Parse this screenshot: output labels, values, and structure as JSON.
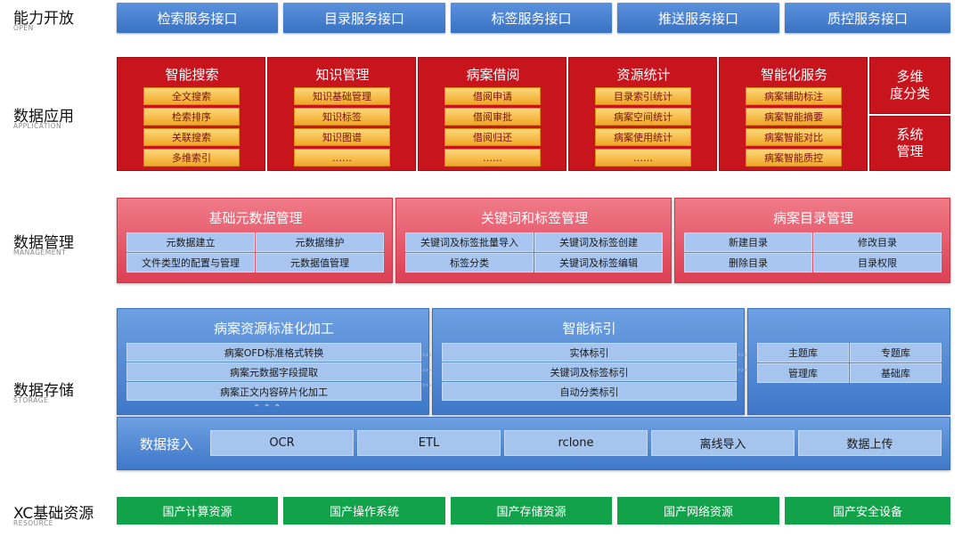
{
  "layers": {
    "open": {
      "title": "能力开放",
      "sub": "OPEN"
    },
    "application": {
      "title": "数据应用",
      "sub": "APPLICATION"
    },
    "management": {
      "title": "数据管理",
      "sub": "MANAGEMENT"
    },
    "storage": {
      "title": "数据存储",
      "sub": "STORAGE"
    },
    "resource": {
      "title": "XC基础资源",
      "sub": "RESOURCE"
    }
  },
  "open_services": [
    "检索服务接口",
    "目录服务接口",
    "标签服务接口",
    "推送服务接口",
    "质控服务接口"
  ],
  "application": {
    "panels": [
      {
        "title": "智能搜索",
        "items": [
          "全文搜索",
          "检索排序",
          "关联搜索",
          "多维索引"
        ]
      },
      {
        "title": "知识管理",
        "items": [
          "知识基础管理",
          "知识标签",
          "知识图谱",
          "……"
        ]
      },
      {
        "title": "病案借阅",
        "items": [
          "借阅申请",
          "借阅审批",
          "借阅归还",
          "……"
        ]
      },
      {
        "title": "资源统计",
        "items": [
          "目录索引统计",
          "病案空间统计",
          "病案使用统计",
          "……"
        ]
      },
      {
        "title": "智能化服务",
        "items": [
          "病案辅助标注",
          "病案智能摘要",
          "病案智能对比",
          "病案智能质控"
        ]
      }
    ],
    "side": [
      "多维\n度分类",
      "系统\n管理"
    ]
  },
  "management": {
    "panels": [
      {
        "title": "基础元数据管理",
        "cells": [
          "元数据建立",
          "元数据维护",
          "文件类型的配置与管理",
          "元数据值管理"
        ]
      },
      {
        "title": "关键词和标签管理",
        "cells": [
          "关键词及标签批量导入",
          "关键词及标签创建",
          "标签分类",
          "关键词及标签编辑"
        ]
      },
      {
        "title": "病案目录管理",
        "cells": [
          "新建目录",
          "修改目录",
          "删除目录",
          "目录权限"
        ]
      }
    ]
  },
  "storage": {
    "processing": {
      "title": "病案资源标准化加工",
      "rows": [
        "病案OFD标准格式转换",
        "病案元数据字段提取",
        "病案正文内容碎片化加工"
      ]
    },
    "index": {
      "title": "智能标引",
      "rows": [
        "实体标引",
        "关键词及标签标引",
        "自动分类标引"
      ]
    },
    "libraries": [
      "主题库",
      "专题库",
      "管理库",
      "基础库"
    ],
    "access": {
      "label": "数据接入",
      "items": [
        "OCR",
        "ETL",
        "rclone",
        "离线导入",
        "数据上传"
      ]
    }
  },
  "resources": [
    "国产计算资源",
    "国产操作系统",
    "国产存储资源",
    "国产网络资源",
    "国产安全设备"
  ]
}
